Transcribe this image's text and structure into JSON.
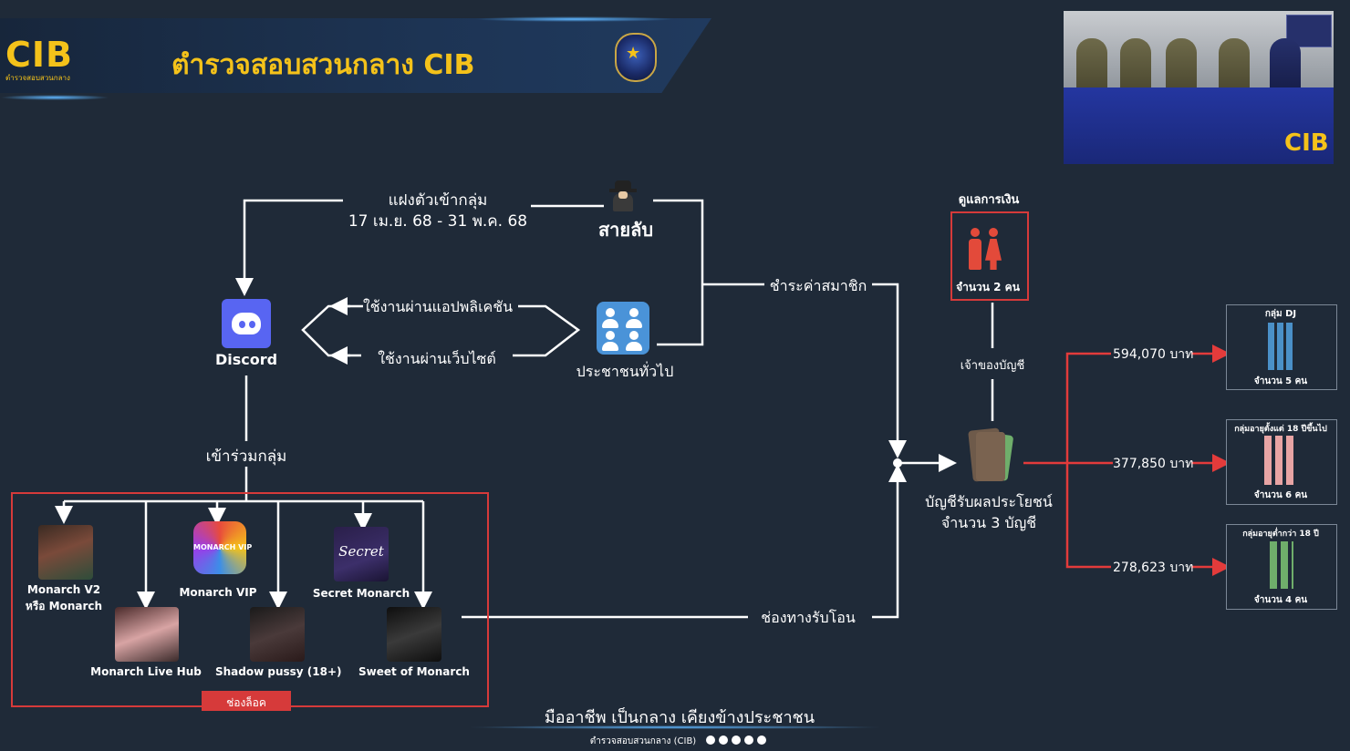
{
  "header": {
    "logo_text": "CIB",
    "logo_sub": "ตำรวจสอบสวนกลาง",
    "title": "ตำรวจสอบสวนกลาง CIB"
  },
  "video": {
    "logo": "CIB"
  },
  "nodes": {
    "infiltrate_title": "แฝงตัวเข้ากลุ่ม",
    "infiltrate_dates": "17 เม.ย. 68 - 31 พ.ค. 68",
    "informant": "สายลับ",
    "discord": "Discord",
    "via_app": "ใช้งานผ่านแอปพลิเคชัน",
    "via_web": "ใช้งานผ่านเว็บไซต์",
    "public": "ประชาชนทั่วไป",
    "pay_membership": "ชำระค่าสมาชิก",
    "join_group": "เข้าร่วมกลุ่ม",
    "transfer_channel": "ช่องทางรับโอน",
    "money_manager": "ดูแลการเงิน",
    "manager_count": "จำนวน 2 คน",
    "account_owner": "เจ้าของบัญชี",
    "accounts_title": "บัญชีรับผลประโยชน์",
    "accounts_count": "จำนวน 3 บัญชี",
    "lock_channel": "ช่องล็อค"
  },
  "groups_discord": [
    {
      "name": "Monarch V2",
      "name2": "หรือ Monarch"
    },
    {
      "name": "Monarch VIP"
    },
    {
      "name": "Secret Monarch",
      "thumb_text": "Secret"
    },
    {
      "name": "Monarch Live Hub"
    },
    {
      "name": "Shadow pussy (18+)"
    },
    {
      "name": "Sweet of Monarch"
    }
  ],
  "vip_thumb_text": "MONARCH VIP",
  "flows": [
    {
      "amount": "594,070 บาท",
      "group_title": "กลุ่ม DJ",
      "group_count": "จำนวน 5 คน",
      "color": "#4a90c8"
    },
    {
      "amount": "377,850 บาท",
      "group_title": "กลุ่มอายุตั้งแต่ 18 ปีขึ้นไป",
      "group_count": "จำนวน 6 คน",
      "color": "#e8a4a4"
    },
    {
      "amount": "278,623 บาท",
      "group_title": "กลุ่มอายุต่ำกว่า 18 ปี",
      "group_count": "จำนวน 4 คน",
      "color": "#6fae6b"
    }
  ],
  "footer": {
    "slogan": "มืออาชีพ เป็นกลาง เคียงข้างประชาชน",
    "source": "ตำรวจสอบสวนกลาง (CIB)"
  },
  "colors": {
    "accent": "#f4c21a",
    "alert": "#d63a3a",
    "background": "#1f2a38"
  }
}
